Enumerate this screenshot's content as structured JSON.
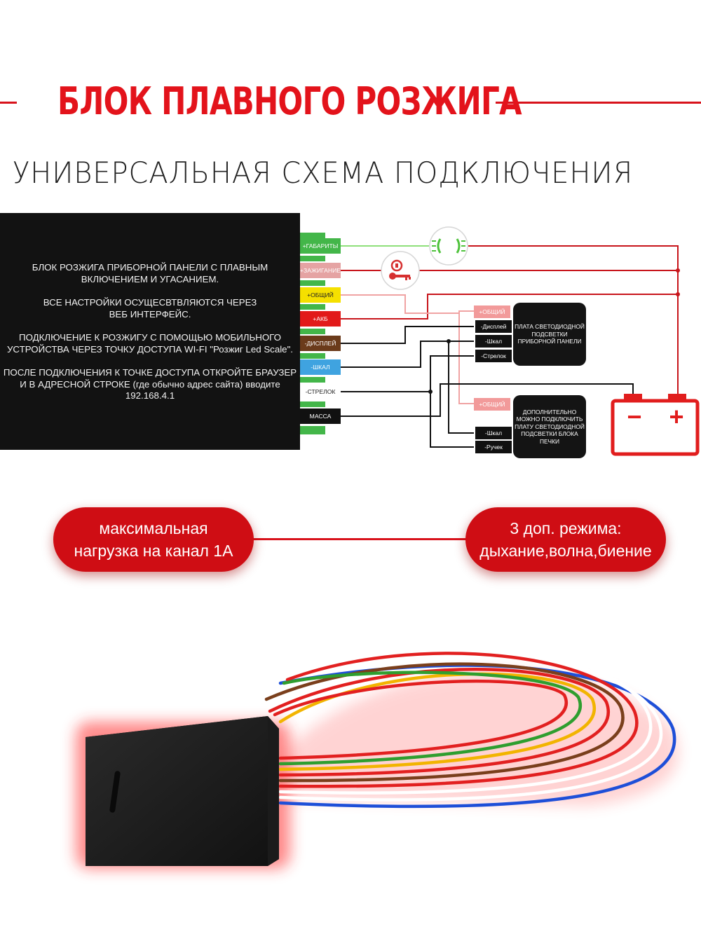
{
  "header": {
    "title": "БЛОК ПЛАВНОГО РОЗЖИГА",
    "subtitle": "УНИВЕРСАЛЬНАЯ СХЕМА ПОДКЛЮЧЕНИЯ"
  },
  "info_panel": {
    "paragraph_1": "БЛОК РОЗЖИГА ПРИБОРНОЙ ПАНЕЛИ С ПЛАВНЫМ ВКЛЮЧЕНИЕМ И УГАСАНИЕМ.",
    "paragraph_2": "ВСЕ НАСТРОЙКИ ОСУЩЕСВТВЛЯЮТСЯ ЧЕРЕЗ ВЕБ ИНТЕРФЕЙС.",
    "paragraph_3": "ПОДКЛЮЧЕНИЕ К РОЗЖИГУ С ПОМОЩЬЮ МОБИЛЬНОГО УСТРОЙСТВА ЧЕРЕЗ ТОЧКУ ДОСТУПА WI-FI \"Розжиг Led Scale\".",
    "paragraph_4": "ПОСЛЕ ПОДКЛЮЧЕНИЯ К ТОЧКЕ ДОСТУПА ОТКРОЙТЕ БРАУЗЕР И В АДРЕСНОЙ СТРОКЕ (где обычно адрес сайта) вводите 192.168.4.1"
  },
  "pins": [
    {
      "label": "+ГАБАРИТЫ",
      "bg": "#43b649",
      "fg": "#ffffff"
    },
    {
      "label": "+ЗАЖИГАНИЕ",
      "bg": "#e5a3a3",
      "fg": "#ffffff"
    },
    {
      "label": "+ОБЩИЙ",
      "bg": "#f5e000",
      "fg": "#222222"
    },
    {
      "label": "+АКБ",
      "bg": "#e21a1a",
      "fg": "#ffffff"
    },
    {
      "label": "-ДИСПЛЕЙ",
      "bg": "#6b3b1b",
      "fg": "#ffffff"
    },
    {
      "label": "-ШКАЛ",
      "bg": "#3fa3e0",
      "fg": "#ffffff"
    },
    {
      "label": "-СТРЕЛОК",
      "bg": "#ffffff",
      "fg": "#222222"
    },
    {
      "label": "МАССА",
      "bg": "#111111",
      "fg": "#ffffff"
    }
  ],
  "board1": {
    "inputs": [
      "+ОБЩИЙ",
      "-Дисплей",
      "-Шкал",
      "-Стрелок"
    ],
    "line_1": "ПЛАТА СВЕТОДИОДНОЙ",
    "line_2": "ПОДСВЕТКИ",
    "line_3": "ПРИБОРНОЙ ПАНЕЛИ"
  },
  "board2": {
    "inputs": [
      "+ОБЩИЙ",
      "-Шкал",
      "-Ручек"
    ],
    "line_1": "ДОПОЛНИТЕЛЬНО",
    "line_2": "МОЖНО ПОДКЛЮЧИТЬ",
    "line_3": "ПЛАТУ СВЕТОДИОДНОЙ",
    "line_4": "ПОДСВЕТКИ БЛОКА",
    "line_5": "ПЕЧКИ"
  },
  "battery": {
    "minus": "−",
    "plus": "+"
  },
  "features": {
    "left_line_1": "максимальная",
    "left_line_2": "нагрузка на канал 1А",
    "right_line_1": "3 доп. режима:",
    "right_line_2": "дыхание,волна,биение"
  },
  "colors": {
    "accent": "#d8121b",
    "panel": "#121212",
    "wire_green": "#5cd13a",
    "wire_red": "#c8151b",
    "wire_pink": "#f0a3a3",
    "wire_black": "#111111"
  }
}
